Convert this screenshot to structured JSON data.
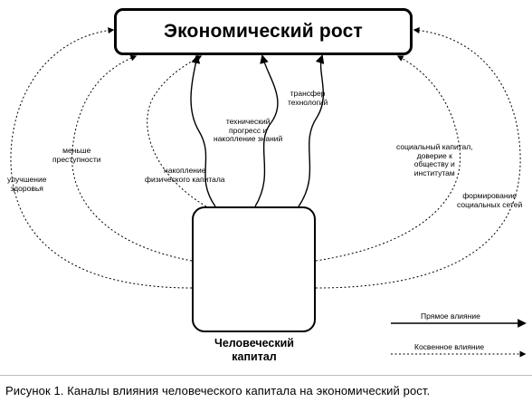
{
  "title": "Экономический рост",
  "human_capital_label": "Человеческий\nкапитал",
  "channels": {
    "left_outer": "улучшение\nздоровья",
    "left_inner": "меньше\nпреступности",
    "center_left": "накопление\nфизического капитала",
    "center_mid": "технический\nпрогресс и\nнакопление знаний",
    "center_right": "трансфер\nтехнологий",
    "right_inner": "социальный капитал,\nдоверие к\nобществу и\nинститутам",
    "right_outer": "формирование\nсоциальных сетей"
  },
  "legend": {
    "direct": "Прямое влияние",
    "indirect": "Косвенное влияние"
  },
  "caption": "Рисунок 1. Каналы влияния человеческого капитала на экономический рост."
}
